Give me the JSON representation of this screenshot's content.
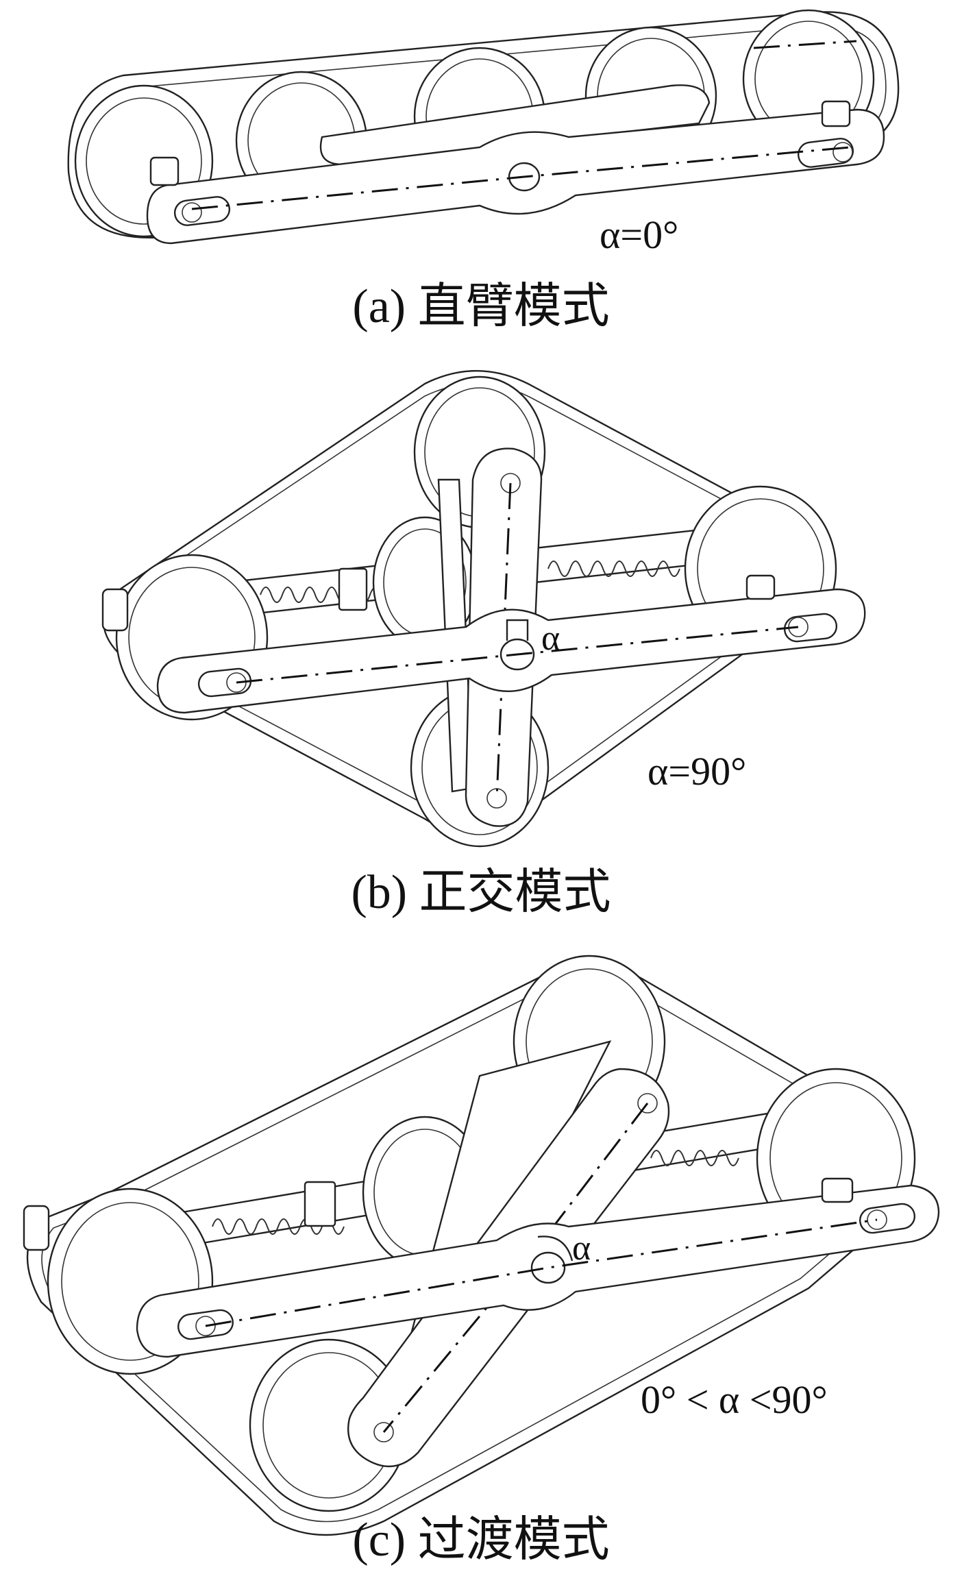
{
  "panels": [
    {
      "id": "a",
      "caption": "(a)  直臂模式",
      "angle_label": "α=0°"
    },
    {
      "id": "b",
      "caption": "(b)  正交模式",
      "angle_label": "α=90°",
      "angle_symbol": "α"
    },
    {
      "id": "c",
      "caption": "(c)  过渡模式",
      "angle_label": "0° < α <90°",
      "angle_symbol": "α"
    }
  ]
}
